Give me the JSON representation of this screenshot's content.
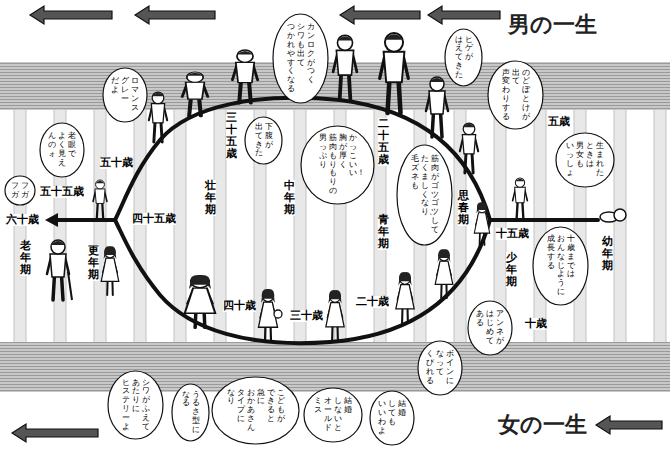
{
  "diagram": {
    "nodes": [
      {
        "text": [
          "生まれた ときは 男女も いっしょ"
        ]
      },
      {
        "text": [
          "のどぼとけが 出て 声変わりする"
        ]
      },
      {
        "text": [
          "ヒゲが はえてきた"
        ]
      },
      {
        "text": [
          "筋肉がゴツゴツして たくましくなり、 毛ズネも"
        ]
      },
      {
        "text": [
          "かっこいい！ 胸が厚く 筋肉もりもりの 男っぷり"
        ]
      },
      {
        "text": [
          "下腹が 出てきた"
        ]
      },
      {
        "text": [
          "カンロクがつく シワも出て つかれやすくなる"
        ]
      },
      {
        "text": [
          "ロマンス グレー だよ"
        ]
      },
      {
        "text": [
          "老眼で よく見え んのォ"
        ]
      },
      {
        "text": [
          "フガ フガ"
        ]
      },
      {
        "text": [
          "十歳までは おんなじように 成長する"
        ]
      },
      {
        "text": [
          "アンネが はじめて ある"
        ]
      },
      {
        "text": [
          "ボインに なって くびれる"
        ]
      },
      {
        "text": [
          "結婚 しても いいわよ"
        ]
      },
      {
        "text": [
          "結婚 しないと オールド ミス"
        ]
      },
      {
        "text": [
          "こどもが できると 急に おかあさん タイプに なり"
        ]
      },
      {
        "text": [
          "うるさ型に なる"
        ]
      },
      {
        "text": [
          "シワがふえて あたりに ヒステリーよ"
        ]
      }
    ],
    "labels": [
      "男の一生",
      "五歳",
      "十五歳",
      "二十五歳",
      "三十五歳",
      "四十五歳",
      "五十歳",
      "五十五歳",
      "六十歳",
      "幼年期",
      "少年期",
      "思春期",
      "青年期",
      "中年期",
      "壮年期",
      "更年期",
      "老年期",
      "十歳",
      "二十歳",
      "三十歳",
      "四十歳",
      "女の一生"
    ]
  }
}
